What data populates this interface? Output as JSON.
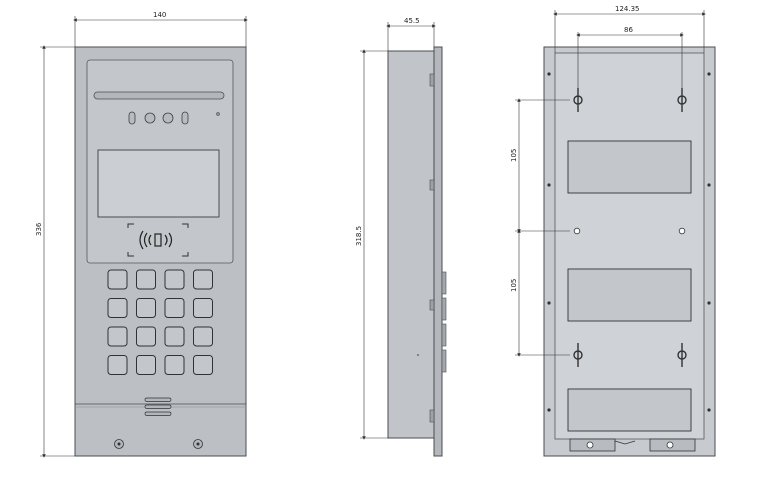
{
  "dimensions": {
    "front_width": "140",
    "front_height": "336",
    "side_depth": "45.5",
    "side_height": "318.5",
    "back_width": "124.35",
    "back_hole_spacing": "86",
    "back_upper_spacing": "105",
    "back_lower_spacing": "105"
  },
  "keypad": {
    "rows": 4,
    "cols": 4
  },
  "colors": {
    "panel_face": "#bcbfc4",
    "panel_edge": "#4a4d52",
    "screen": "#cbced3",
    "key": "#c3c6cb",
    "back_panel": "#c7cace",
    "dim_line": "#333333"
  },
  "icons": {
    "rfid": "nfc-card-icon",
    "screws": "screw-icon",
    "keyhole_slot": "keyhole-mount-icon"
  }
}
